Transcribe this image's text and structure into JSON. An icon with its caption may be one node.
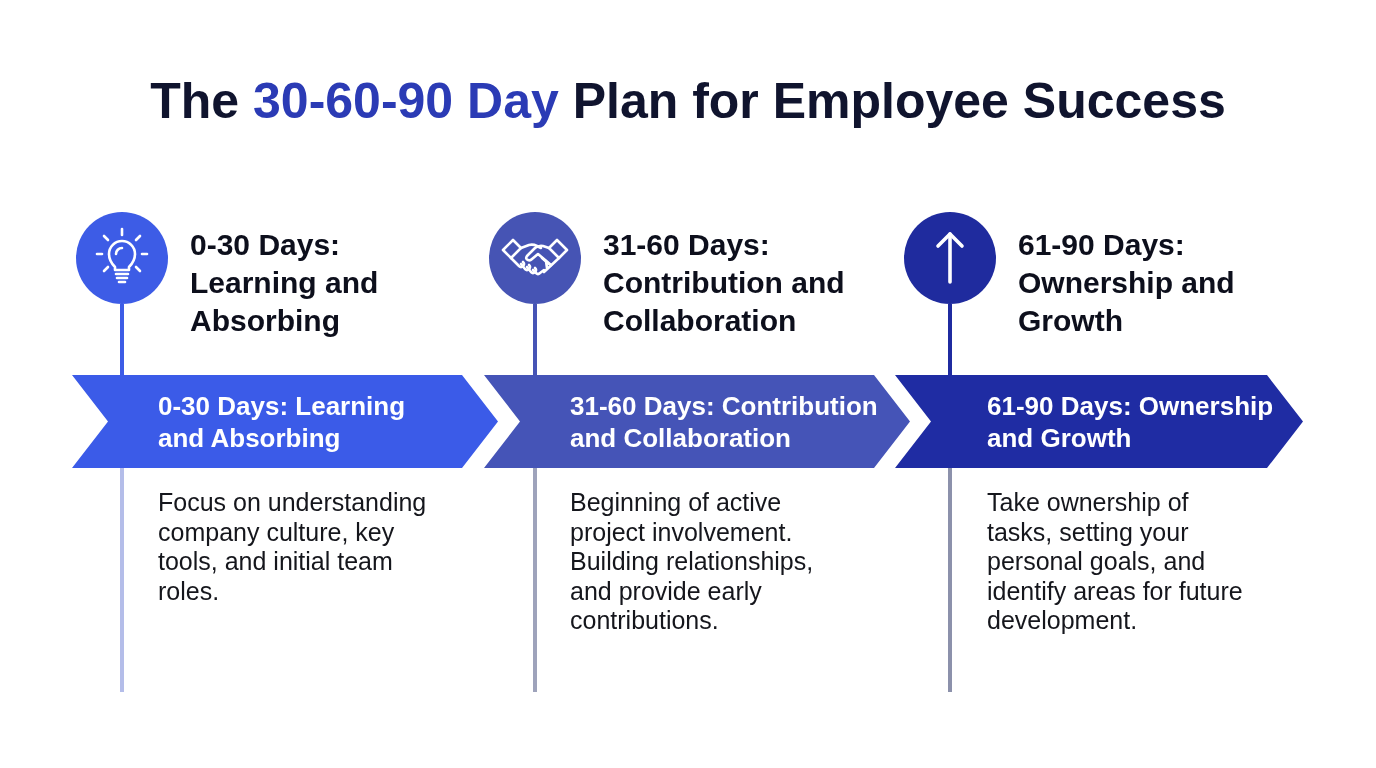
{
  "diagram": {
    "title": "The **30-60-90 Day** Plan for Employee Success",
    "nodes": [
      {
        "text": [],
        "shape": "circle",
        "beside": [
          "0-30 Days: Learning and Absorbing"
        ]
      },
      {
        "text": [
          "0-30 Days: Learning and Absorbing"
        ],
        "beside": [
          "Focus on understanding company culture, key tools, and initial team roles."
        ]
      },
      {
        "text": [],
        "shape": "circle",
        "beside": [
          "31-60 Days: Contribution and Collaboration"
        ]
      },
      {
        "text": [
          "31-60 Days: Contribution and Collaboration"
        ],
        "beside": [
          "Beginning of active project involvement. Building relationships, and provide early contributions."
        ]
      },
      {
        "text": [],
        "shape": "circle",
        "beside": [
          "61-90 Days: Ownership and Growth"
        ]
      },
      {
        "text": [
          "61-90 Days: Ownership and Growth"
        ],
        "beside": [
          "Take ownership of tasks, setting your personal goals, and identify areas for future development."
        ]
      }
    ],
    "edges": [
      {
        "from": 0,
        "to": 1,
        "arrow": "none",
        "color": "#3d5ce6"
      },
      {
        "from": 1,
        "to": null,
        "arrow": "none",
        "color": "#b4bde9"
      },
      {
        "from": 2,
        "to": 3,
        "arrow": "none",
        "color": "#4654b5"
      },
      {
        "from": 3,
        "to": null,
        "arrow": "none",
        "color": "#9ea3bb"
      },
      {
        "from": 4,
        "to": 5,
        "arrow": "none",
        "color": "#1f2ba0"
      },
      {
        "from": 5,
        "to": null,
        "arrow": "none",
        "color": "#8c91ab"
      }
    ]
  }
}
